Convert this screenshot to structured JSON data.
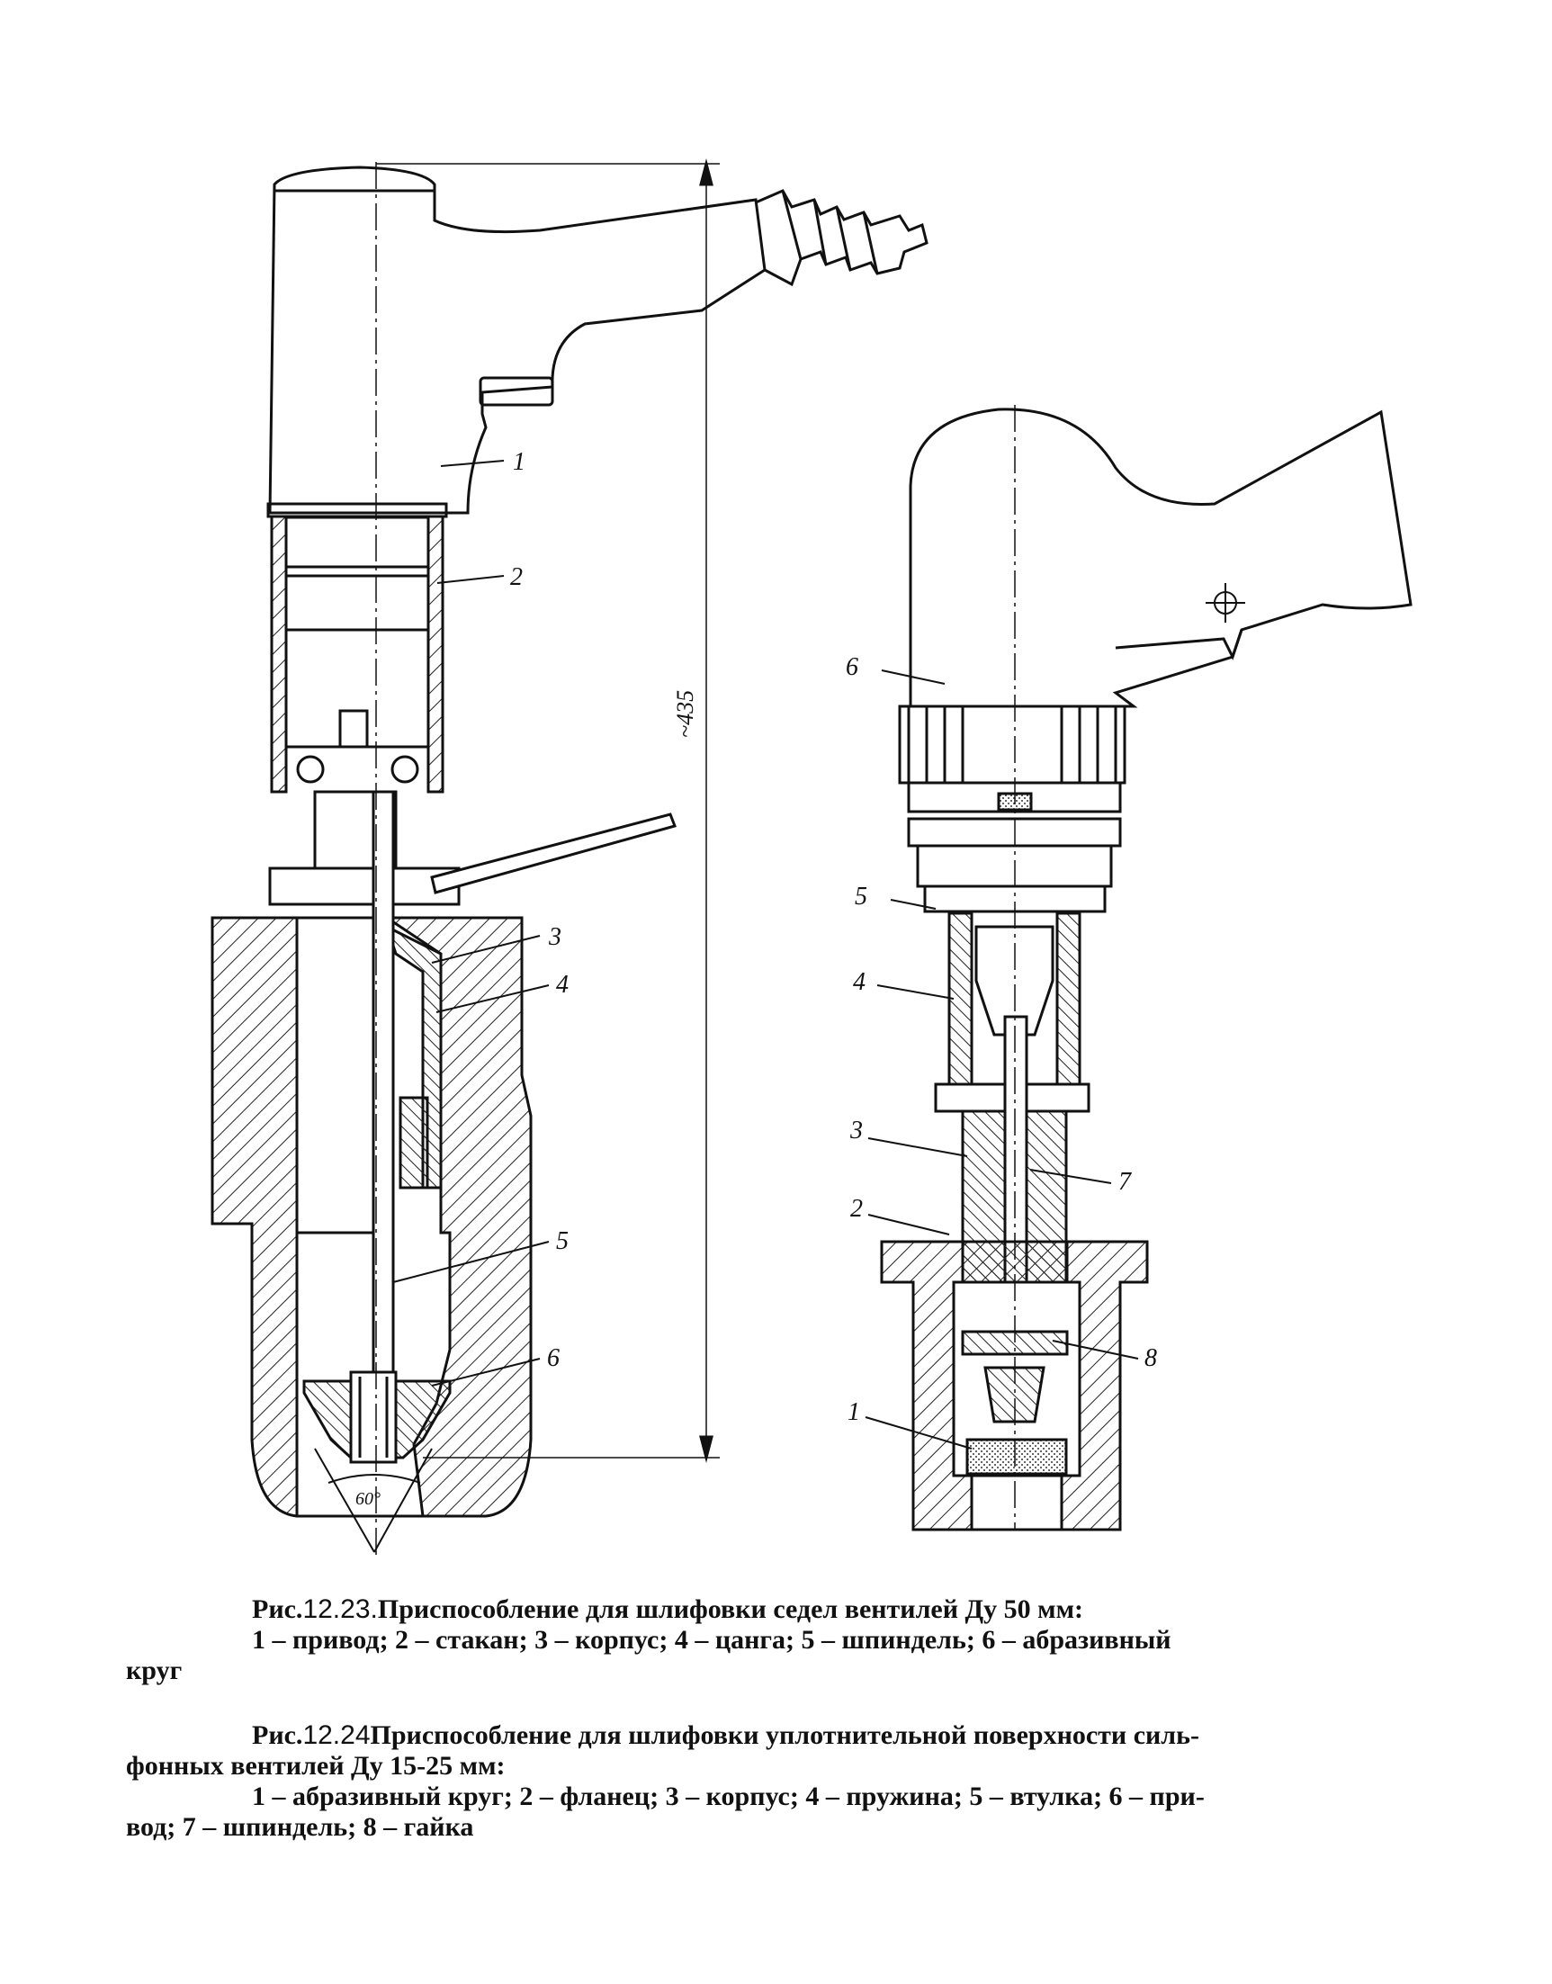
{
  "fig1": {
    "callouts": [
      "1",
      "2",
      "3",
      "4",
      "5",
      "6"
    ],
    "dimension": "~435",
    "angle": "60°"
  },
  "fig2": {
    "callouts": [
      "1",
      "2",
      "3",
      "4",
      "5",
      "6",
      "7",
      "8"
    ]
  },
  "caption1": {
    "prefix": "Рис.",
    "number": "12.23.",
    "title": "Приспособление для шлифовки седел вентилей Ду 50   мм:",
    "legend_line1": "1 – привод; 2 – стакан; 3 – корпус; 4 – цанга; 5 – шпиндель; 6 – абразивный",
    "legend_line2": "круг"
  },
  "caption2": {
    "prefix": "Рис.",
    "number": "12.24",
    "title_line1": "Приспособление для шлифовки уплотнительной поверхности силь-",
    "title_line2": "фонных вентилей Ду 15-25 мм:",
    "legend_line1": "1 – абразивный круг; 2 – фланец; 3 – корпус;  4 – пружина; 5 – втулка; 6 – при-",
    "legend_line2": "вод;  7 – шпиндель;  8 – гайка"
  }
}
